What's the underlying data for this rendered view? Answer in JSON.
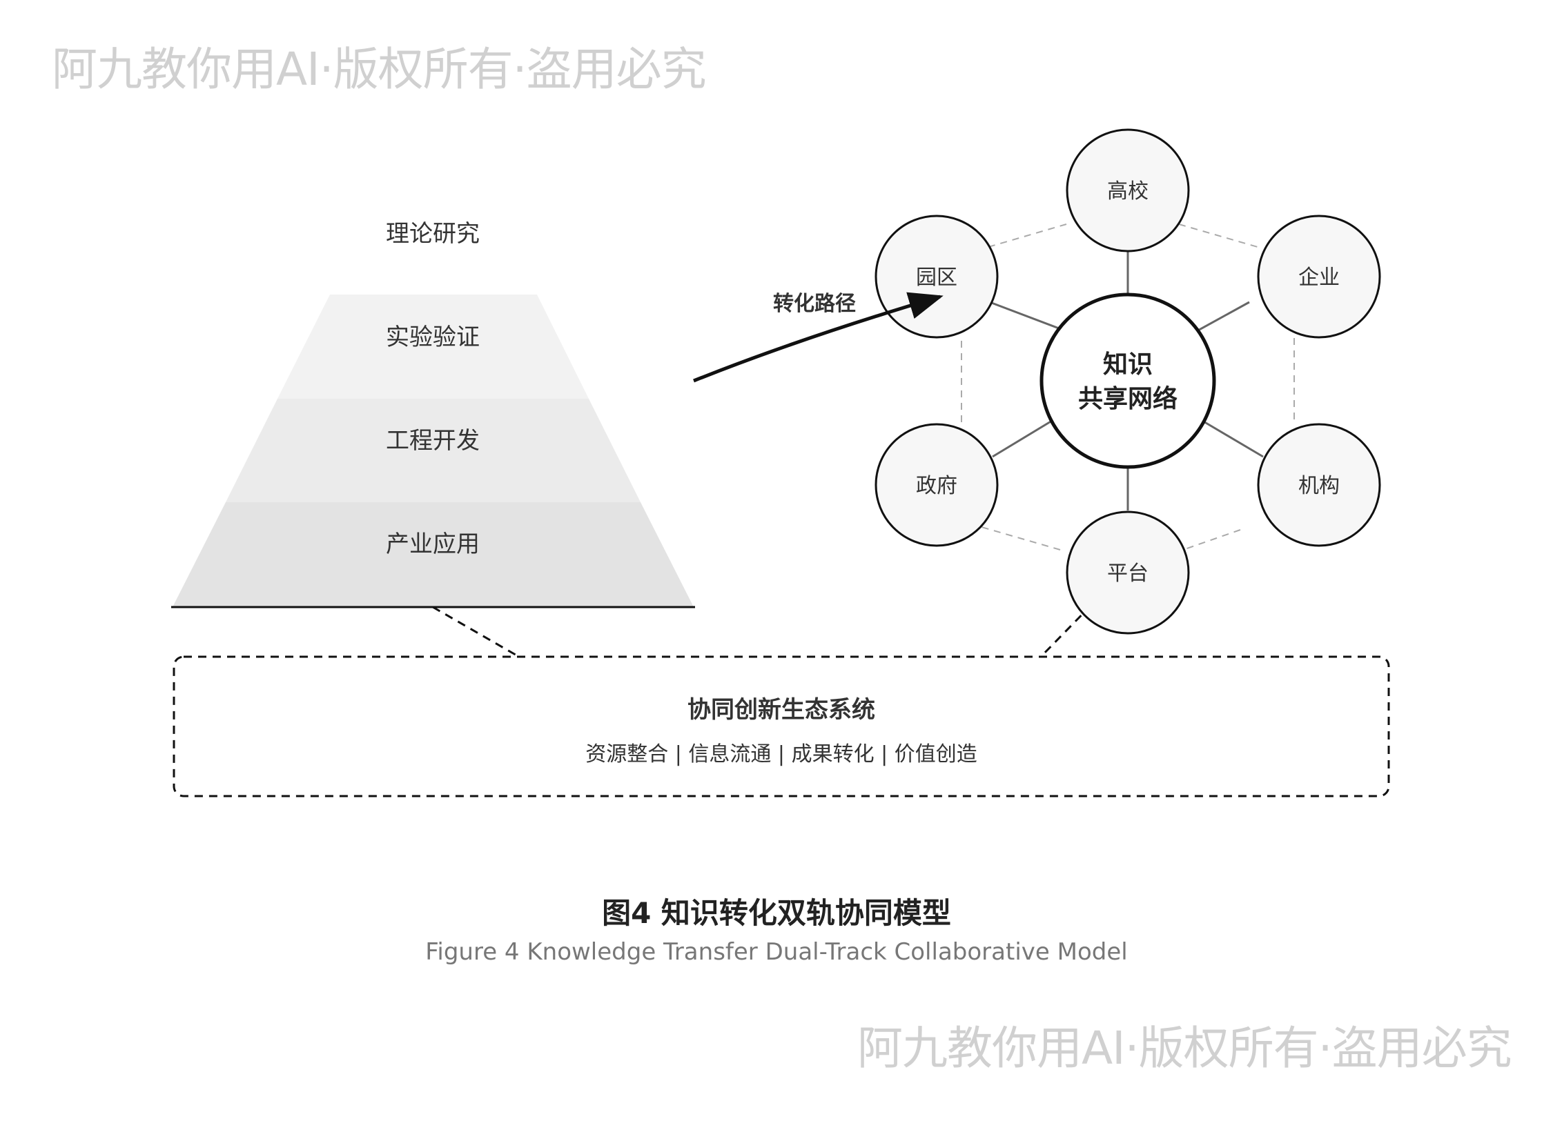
{
  "watermark": {
    "text": "阿九教你用AI·版权所有·盗用必究"
  },
  "pyramid": {
    "top_label": "理论研究",
    "layers": [
      {
        "label": "实验验证",
        "color": "#f2f2f2"
      },
      {
        "label": "工程开发",
        "color": "#ebebeb"
      },
      {
        "label": "产业应用",
        "color": "#e3e3e3"
      }
    ]
  },
  "arrow": {
    "label": "转化路径"
  },
  "network": {
    "hub": {
      "line1": "知识",
      "line2": "共享网络"
    },
    "nodes": [
      {
        "label": "高校"
      },
      {
        "label": "企业"
      },
      {
        "label": "机构"
      },
      {
        "label": "平台"
      },
      {
        "label": "政府"
      },
      {
        "label": "园区"
      }
    ]
  },
  "ecosystem": {
    "title": "协同创新生态系统",
    "subtitle": "资源整合 | 信息流通 | 成果转化 | 价值创造"
  },
  "caption": {
    "cn": "图4 知识转化双轨协同模型",
    "en": "Figure 4 Knowledge Transfer Dual-Track Collaborative Model"
  },
  "colors": {
    "node_fill": "#f7f7f7",
    "stroke": "#111111",
    "spoke": "#666666",
    "ring_dash": "#aaaaaa"
  }
}
